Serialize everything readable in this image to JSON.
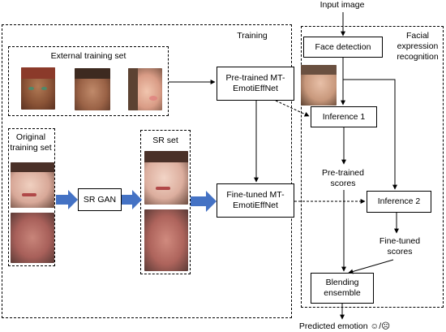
{
  "top_label": "Input image",
  "training": {
    "title": "Training",
    "external_set_label": "External training set",
    "original_set_label": "Original\ntraining set",
    "sr_set_label": "SR set",
    "sr_gan_label": "SR GAN",
    "pretrained_box": "Pre-trained MT-\nEmotiEffNet",
    "finetuned_box": "Fine-tuned MT-\nEmotiEffNet"
  },
  "recognition": {
    "title": "Facial\nexpression\nrecognition",
    "face_detection": "Face detection",
    "inference1": "Inference 1",
    "pretrained_scores": "Pre-trained\nscores",
    "inference2": "Inference 2",
    "finetuned_scores": "Fine-tuned\nscores",
    "blending": "Blending\nensemble"
  },
  "bottom_label": "Predicted emotion ☺/☹",
  "colors": {
    "arrow_blue": "#4472c4",
    "line": "#000000"
  },
  "photos": [
    "green-eyed-girl-photo",
    "man-face-photo",
    "girl-face-photo",
    "smiling-woman-photo",
    "older-man-photo",
    "sr-smiling-woman-photo",
    "sr-older-man-photo",
    "input-face-photo"
  ]
}
